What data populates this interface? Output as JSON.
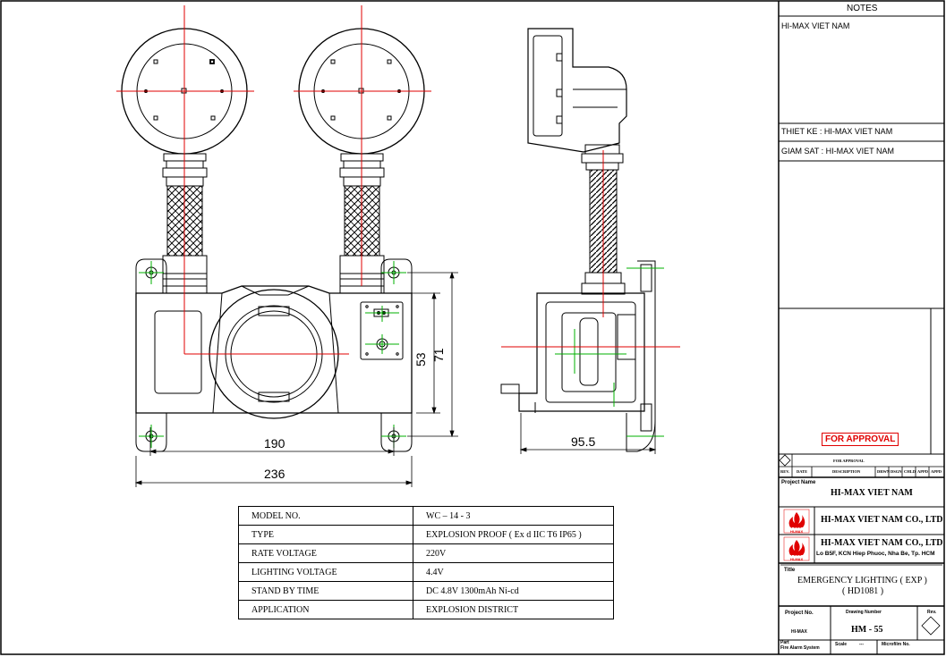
{
  "notes": {
    "header": "NOTES",
    "company": "HI-MAX VIET NAM",
    "designer": "THIET KE : HI-MAX VIET NAM",
    "supervisor": "GIAM SAT : HI-MAX VIET NAM"
  },
  "approval_stamp": "FOR APPROVAL",
  "revision_table": {
    "title": "FOR APPROVAL",
    "headers": [
      "REV.",
      "DATE",
      "DESCRIPTION",
      "DRWN",
      "DSGN",
      "CHLD",
      "APPD",
      "APPD"
    ]
  },
  "title_block": {
    "project_name_label": "Project Name",
    "project_name": "HI-MAX VIET NAM",
    "company_1": "HI-MAX VIET NAM CO., LTD",
    "company_2": "HI-MAX VIET NAM CO., LTD",
    "address": "Lo B5F, KCN Hiep Phuoc, Nha Be, Tp. HCM",
    "logo_caption": "PCCC",
    "logo_sub": "HI-MAX",
    "title_label": "Title",
    "title_line1": "EMERGENCY LIGHTING ( EXP )",
    "title_line2": "( HD1081 )",
    "project_no_label": "Project No.",
    "project_no": "HI-MAX",
    "drawing_number_label": "Drawing Number",
    "drawing_number": "HM - 55",
    "rev_label": "Rev.",
    "part_label": "Part",
    "part_value": "Fire Alarm System",
    "scale_label": "Scale",
    "scale_value": "---",
    "microfilm_label": "Microfilm No."
  },
  "dimensions": {
    "front_width_inner": "190",
    "front_width_outer": "236",
    "side_depth": "95.5",
    "height_inner": "53",
    "height_outer": "71"
  },
  "specs": [
    {
      "label": "MODEL NO.",
      "value": "WC – 14 - 3"
    },
    {
      "label": "TYPE",
      "value": "EXPLOSION PROOF ( Ex d IIC T6 IP65 )"
    },
    {
      "label": "RATE VOLTAGE",
      "value": "220V"
    },
    {
      "label": "LIGHTING VOLTAGE",
      "value": "4.4V"
    },
    {
      "label": "STAND BY TIME",
      "value": "DC 4.8V 1300mAh Ni-cd"
    },
    {
      "label": "APPLICATION",
      "value": "EXPLOSION DISTRICT"
    }
  ],
  "colors": {
    "centerline": "#e00000",
    "hole_marker": "#00b000",
    "stamp": "#e00000",
    "line": "#000000"
  }
}
